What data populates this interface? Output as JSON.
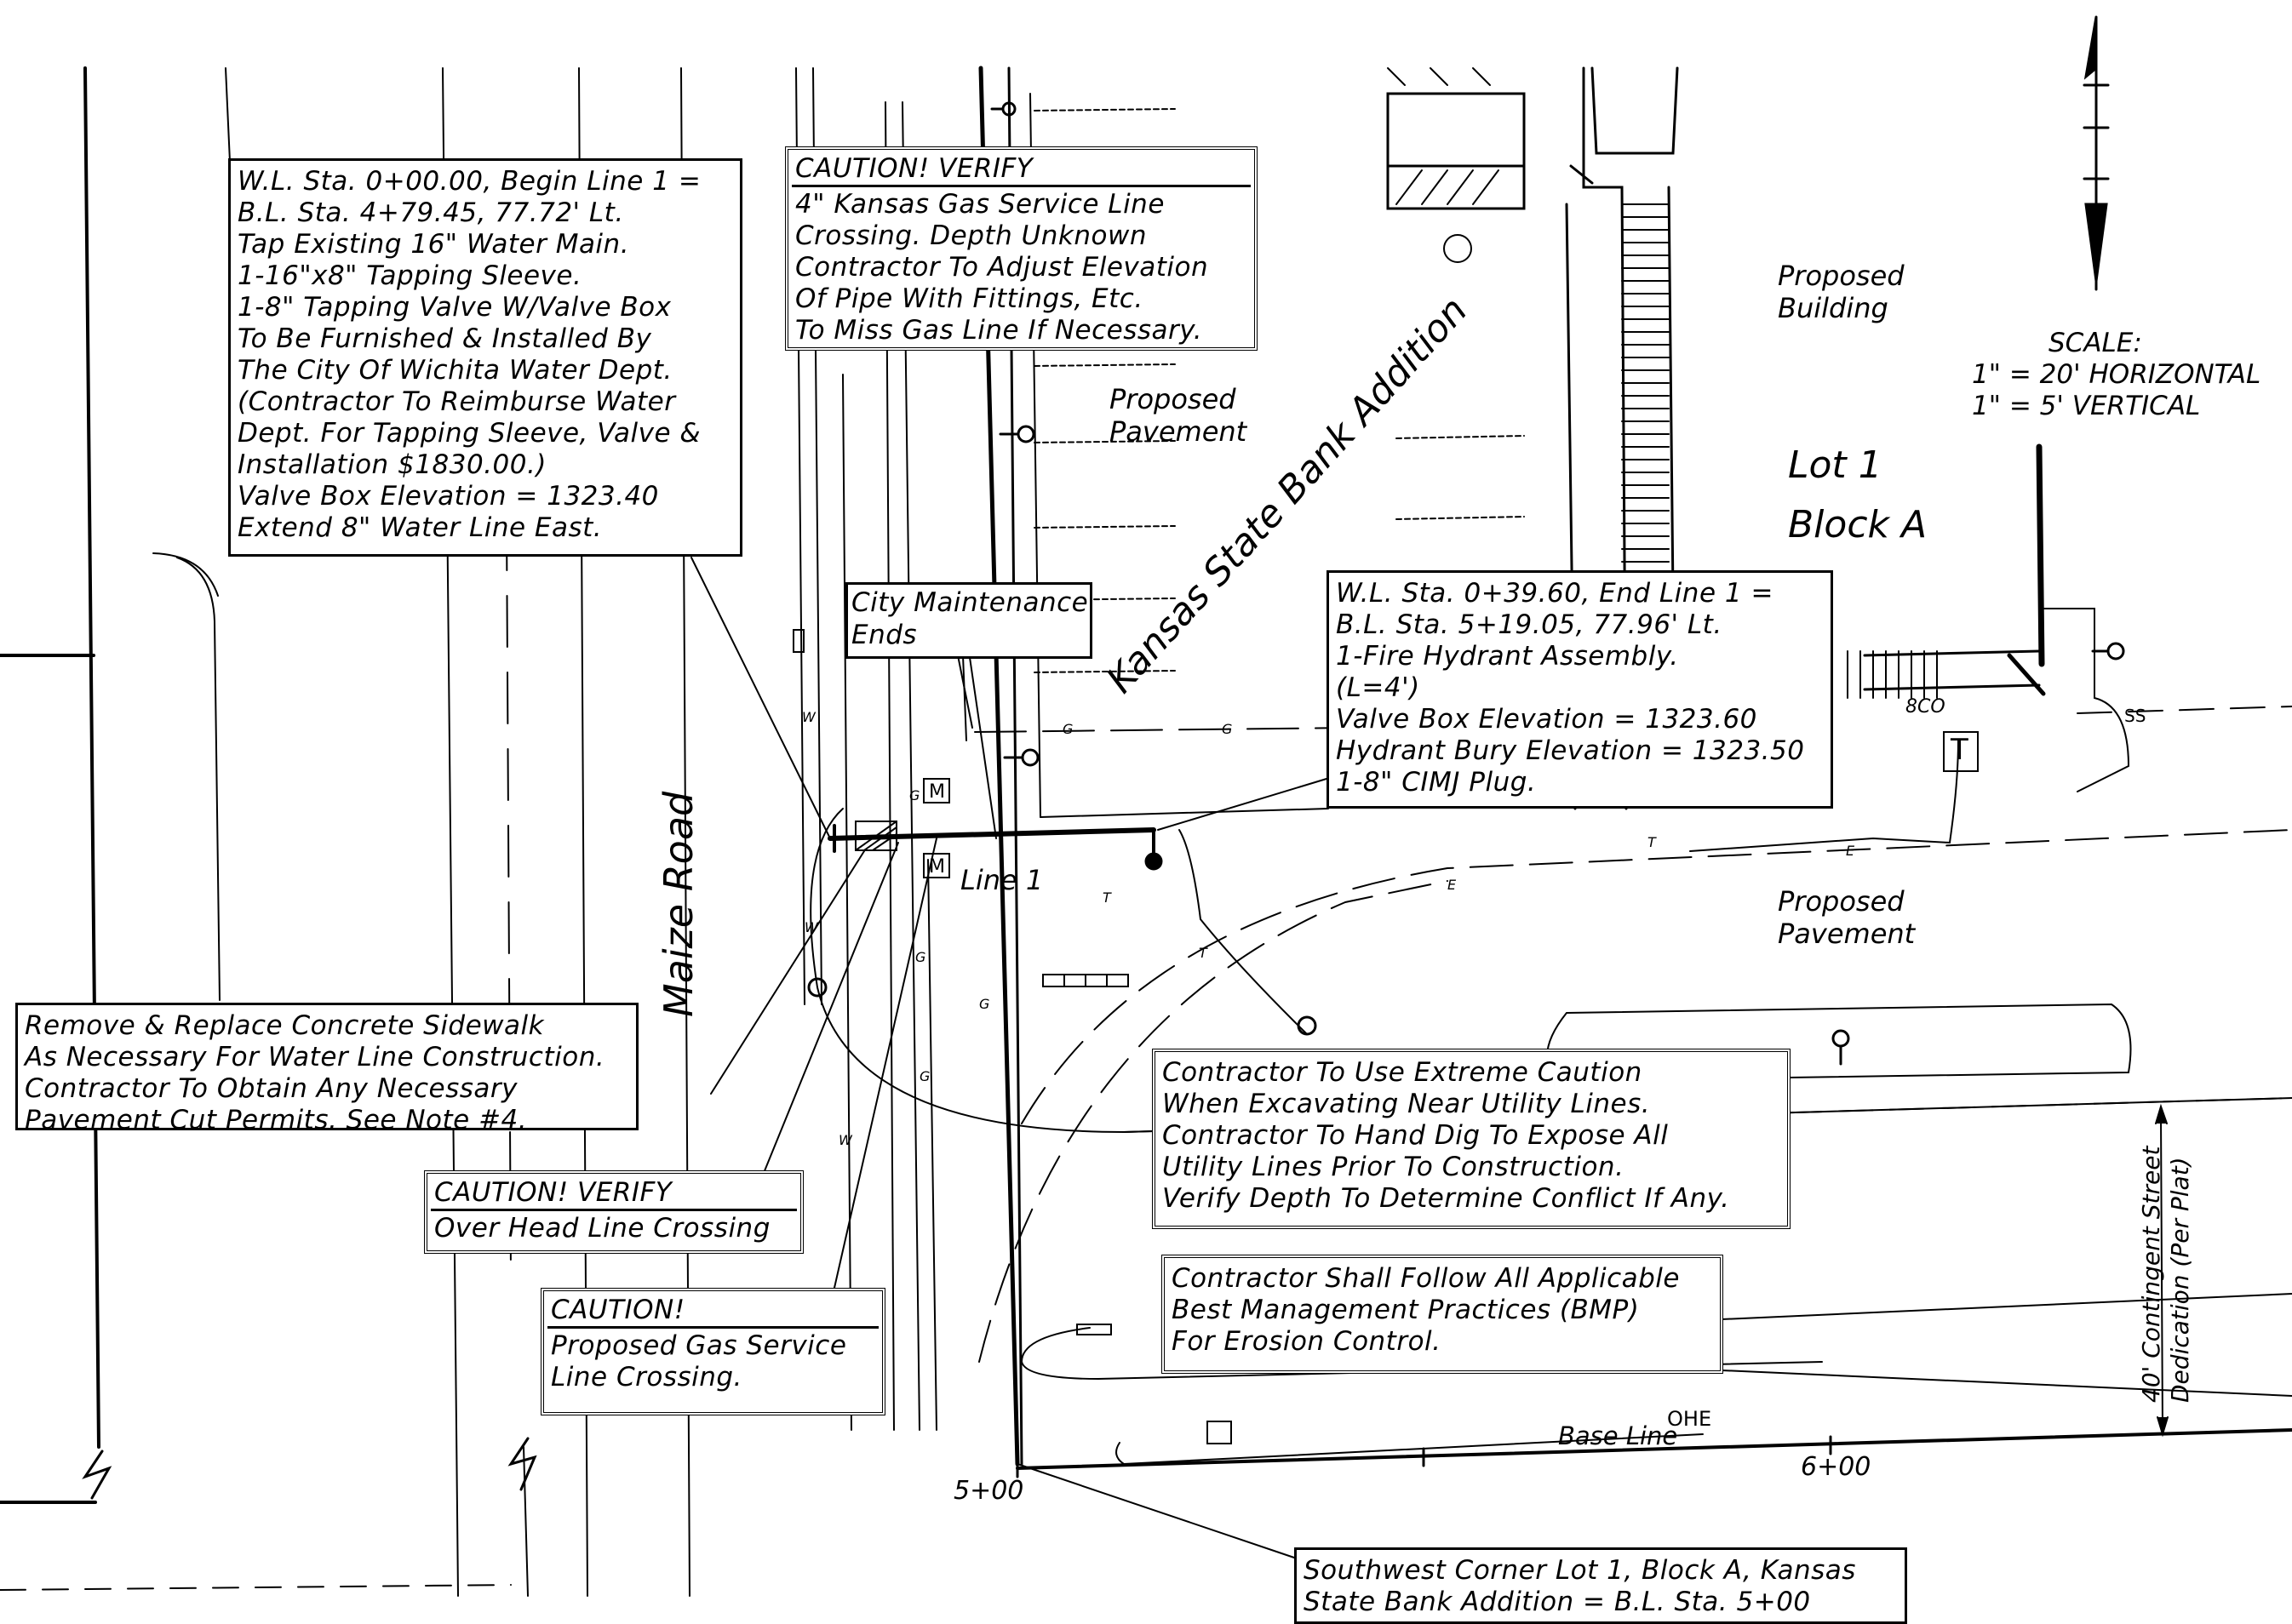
{
  "notes": {
    "begin_line": {
      "lines": [
        "W.L. Sta. 0+00.00, Begin Line 1 =",
        "B.L. Sta. 4+79.45, 77.72' Lt.",
        "Tap Existing 16\" Water Main.",
        "1-16\"x8\" Tapping Sleeve.",
        "1-8\" Tapping Valve W/Valve Box",
        "To Be Furnished & Installed By",
        "The City Of Wichita Water Dept.",
        "(Contractor To Reimburse Water",
        "Dept. For Tapping Sleeve, Valve &",
        "Installation $1830.00.)",
        "Valve Box Elevation = 1323.40",
        "Extend 8\" Water Line East."
      ]
    },
    "gas_caution": {
      "header": "CAUTION!  VERIFY",
      "lines": [
        "4\" Kansas Gas Service Line",
        "Crossing. Depth Unknown",
        "Contractor To Adjust Elevation",
        "Of Pipe With Fittings, Etc.",
        "To Miss Gas Line If Necessary."
      ]
    },
    "city_maintenance": {
      "lines": [
        "City Maintenance",
        "Ends"
      ]
    },
    "end_line": {
      "lines": [
        "W.L. Sta. 0+39.60, End Line 1 =",
        "B.L. Sta. 5+19.05, 77.96' Lt.",
        "1-Fire Hydrant Assembly.",
        "(L=4')",
        "Valve Box Elevation = 1323.60",
        "Hydrant Bury Elevation = 1323.50",
        "1-8\" CIMJ Plug."
      ]
    },
    "sidewalk": {
      "lines": [
        "Remove & Replace Concrete Sidewalk",
        "As Necessary For Water Line Construction.",
        "Contractor To Obtain Any Necessary",
        "Pavement Cut Permits. See Note #4."
      ]
    },
    "overhead_caution": {
      "header": "CAUTION!  VERIFY",
      "lines": [
        "Over Head Line Crossing"
      ]
    },
    "proposed_gas_caution": {
      "header": "CAUTION!",
      "lines": [
        "Proposed Gas Service",
        "Line Crossing."
      ]
    },
    "extreme_caution": {
      "lines": [
        "Contractor To Use Extreme Caution",
        "When Excavating Near Utility Lines.",
        "Contractor To Hand Dig To Expose All",
        "Utility Lines Prior To Construction.",
        "Verify Depth To Determine Conflict If Any."
      ]
    },
    "bmp": {
      "lines": [
        "Contractor Shall Follow All Applicable",
        "Best Management Practices (BMP)",
        "For Erosion Control."
      ]
    },
    "southwest_corner": {
      "lines": [
        "Southwest Corner Lot 1, Block A, Kansas",
        "State Bank Addition = B.L. Sta. 5+00"
      ]
    }
  },
  "labels": {
    "proposed_building": [
      "Proposed",
      "Building"
    ],
    "proposed_pavement_top": [
      "Proposed",
      "Pavement"
    ],
    "proposed_pavement_right": [
      "Proposed",
      "Pavement"
    ],
    "lot": "Lot 1",
    "block": "Block A",
    "addition": "Kansas State Bank Addition",
    "road": "Maize Road",
    "line1": "Line 1",
    "scale": [
      "SCALE:",
      "1\" = 20' HORIZONTAL",
      "1\" = 5' VERTICAL"
    ],
    "base_line": "Base Line",
    "sta_500": "5+00",
    "sta_600": "6+00",
    "street_dedication": [
      "40' Contingent Street",
      "Dedication (Per Plat)"
    ],
    "ohe": "OHE",
    "ss": "SS",
    "co": "8CO",
    "meter": "M",
    "telephone": "T",
    "gas_tag": "G",
    "water_tag": "W",
    "electric_tag": "E"
  }
}
